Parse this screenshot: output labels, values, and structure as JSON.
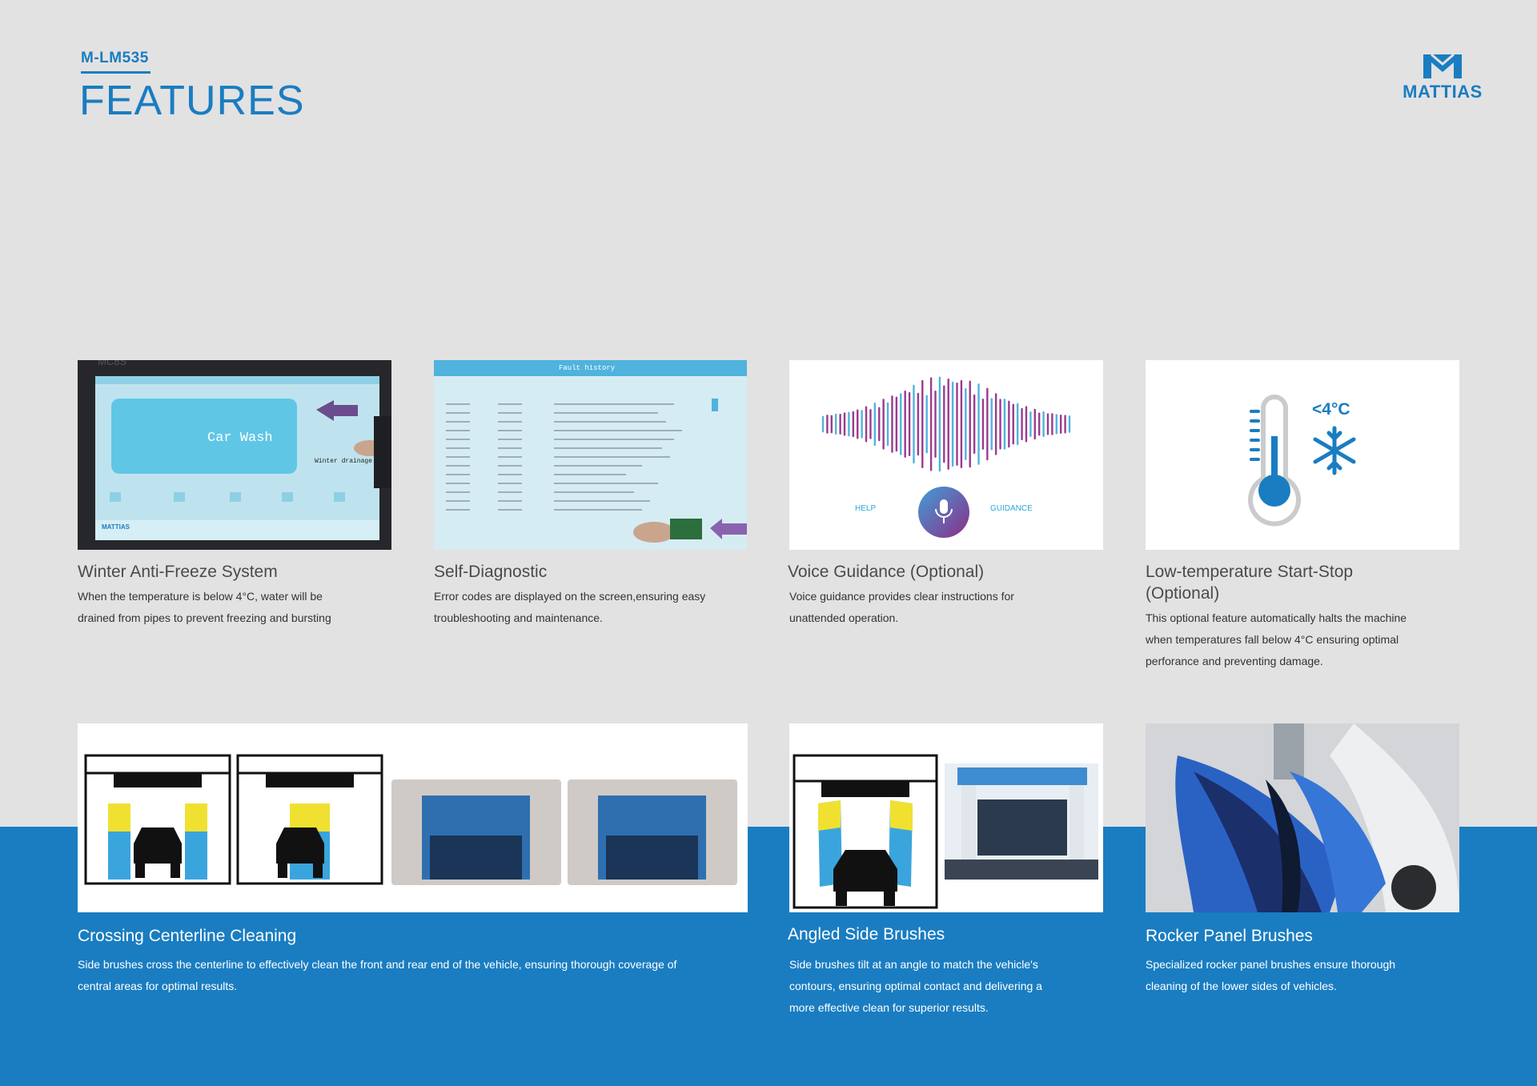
{
  "header": {
    "model": "M-LM535",
    "title": "FEATURES"
  },
  "logo": {
    "text": "MATTIAS",
    "icon": "mattias-m-icon"
  },
  "screens": {
    "car_wash_label": "Car Wash",
    "winter_drainage": "Winter drainage",
    "brand_on_screen": "MATTIAS",
    "fault_history_title": "Fault history"
  },
  "voice": {
    "help": "HELP",
    "guidance": "GUIDANCE"
  },
  "lowtemp": {
    "label": "<4°C"
  },
  "features": [
    {
      "title": "Winter Anti-Freeze System",
      "desc1": "When the temperature is below 4°C, water will be",
      "desc2": "drained from pipes to prevent freezing and bursting"
    },
    {
      "title": "Self-Diagnostic",
      "desc1": "Error codes are displayed on the screen,ensuring easy",
      "desc2": "troubleshooting and maintenance."
    },
    {
      "title": "Voice Guidance (Optional)",
      "desc1": "Voice guidance provides clear instructions for",
      "desc2": "unattended operation."
    },
    {
      "title1": "Low-temperature Start-Stop",
      "title2": "(Optional)",
      "desc1": "This optional feature automatically halts the machine",
      "desc2": "when temperatures fall below 4°C ensuring optimal",
      "desc3": "perforance and preventing damage."
    },
    {
      "title": "Crossing Centerline Cleaning",
      "desc1": "Side brushes cross the centerline to effectively clean the front and rear end of the vehicle, ensuring thorough coverage of",
      "desc2": "central areas for optimal results."
    },
    {
      "title": "Angled Side Brushes",
      "desc1": "Side brushes tilt at an angle to match the vehicle's",
      "desc2": "contours, ensuring optimal contact and delivering a",
      "desc3": "more effective clean for superior results."
    },
    {
      "title": "Rocker Panel Brushes",
      "desc1": "Specialized rocker panel brushes ensure thorough",
      "desc2": "cleaning of the lower sides of vehicles."
    }
  ]
}
